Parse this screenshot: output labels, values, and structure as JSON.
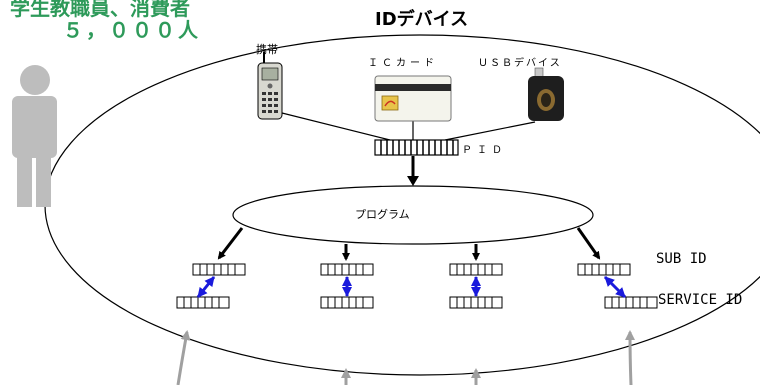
{
  "header": {
    "line1": "学生教職員、消費者",
    "line2": "５，０００人"
  },
  "title": "IDデバイス",
  "devices": {
    "phone": "携帯",
    "card": "ＩＣカード",
    "usb": "ＵＳＢデバイス"
  },
  "pid_label": "ＰＩＤ",
  "program_label": "プログラム",
  "sub_id_label": "SUB ID",
  "service_id_label": "SERVICE ID",
  "colors": {
    "header": "#2e9a5a",
    "arrow_blue": "#1a1adc",
    "person": "#bdbdbd",
    "incoming_arrow": "#a0a0a0"
  },
  "icons": [
    "person-icon",
    "mobile-phone-icon",
    "ic-card-icon",
    "usb-device-icon"
  ]
}
